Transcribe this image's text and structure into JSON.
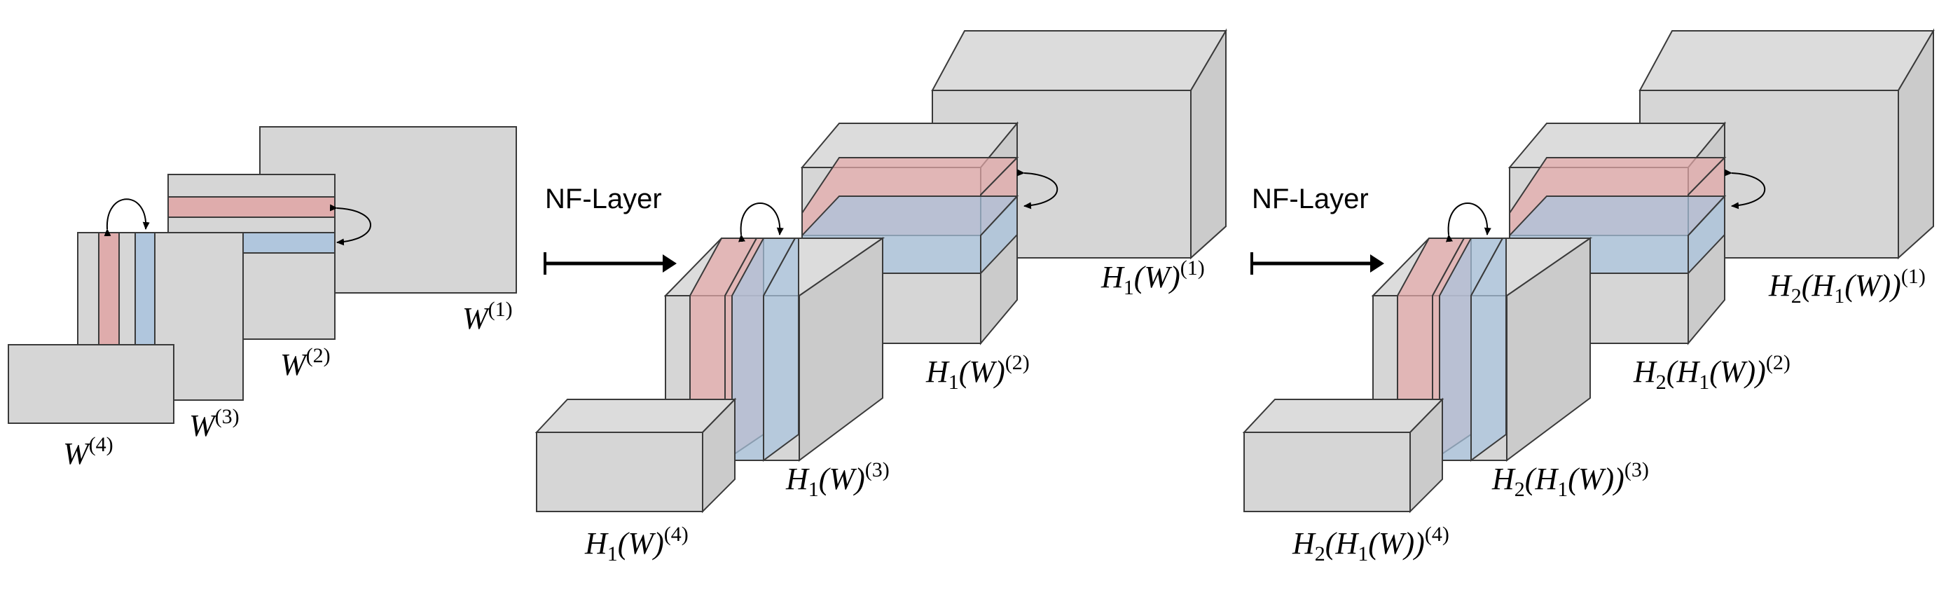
{
  "diagram": {
    "arrow_label_1": "NF-Layer",
    "arrow_label_2": "NF-Layer",
    "stage1": [
      {
        "base": "W",
        "sup": "(1)"
      },
      {
        "base": "W",
        "sup": "(2)"
      },
      {
        "base": "W",
        "sup": "(3)"
      },
      {
        "base": "W",
        "sup": "(4)"
      }
    ],
    "stage2": [
      {
        "h": "H",
        "hsub": "1",
        "arg": "(W)",
        "sup": "(1)"
      },
      {
        "h": "H",
        "hsub": "1",
        "arg": "(W)",
        "sup": "(2)"
      },
      {
        "h": "H",
        "hsub": "1",
        "arg": "(W)",
        "sup": "(3)"
      },
      {
        "h": "H",
        "hsub": "1",
        "arg": "(W)",
        "sup": "(4)"
      }
    ],
    "stage3": [
      {
        "h": "H",
        "hsub": "2",
        "open": "(",
        "inner": "H",
        "innersub": "1",
        "arg": "(W))",
        "sup": "(1)"
      },
      {
        "h": "H",
        "hsub": "2",
        "open": "(",
        "inner": "H",
        "innersub": "1",
        "arg": "(W))",
        "sup": "(2)"
      },
      {
        "h": "H",
        "hsub": "2",
        "open": "(",
        "inner": "H",
        "innersub": "1",
        "arg": "(W))",
        "sup": "(3)"
      },
      {
        "h": "H",
        "hsub": "2",
        "open": "(",
        "inner": "H",
        "innersub": "1",
        "arg": "(W))",
        "sup": "(4)"
      }
    ],
    "colors": {
      "box_fill": "#d6d6d6",
      "box_stroke": "#3a3a3a",
      "highlight_red": "#e0a4a4",
      "highlight_blue": "#a9c3de"
    }
  }
}
